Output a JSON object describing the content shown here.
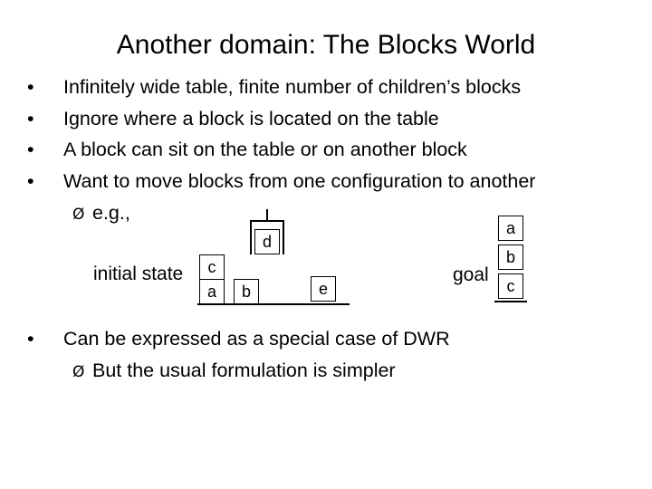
{
  "title": "Another domain: The Blocks World",
  "bullets": [
    "Infinitely wide table, finite number of children’s blocks",
    "Ignore where a block is located on the table",
    "A block can sit on the table or on another block",
    "Want to move blocks from one configuration to another"
  ],
  "bullet_symbol": "•",
  "sub_bullet_symbol": "Ø",
  "sub_bullet_1": "e.g.,",
  "figure": {
    "initial_label": "initial state",
    "goal_label": "goal",
    "blocks": {
      "c": "c",
      "a": "a",
      "b": "b",
      "d": "d",
      "e": "e",
      "goal_a": "a",
      "goal_b": "b",
      "goal_c": "c"
    }
  },
  "bullet_5": "Can be expressed as a special case of DWR",
  "sub_bullet_2": "But the usual formulation is simpler"
}
